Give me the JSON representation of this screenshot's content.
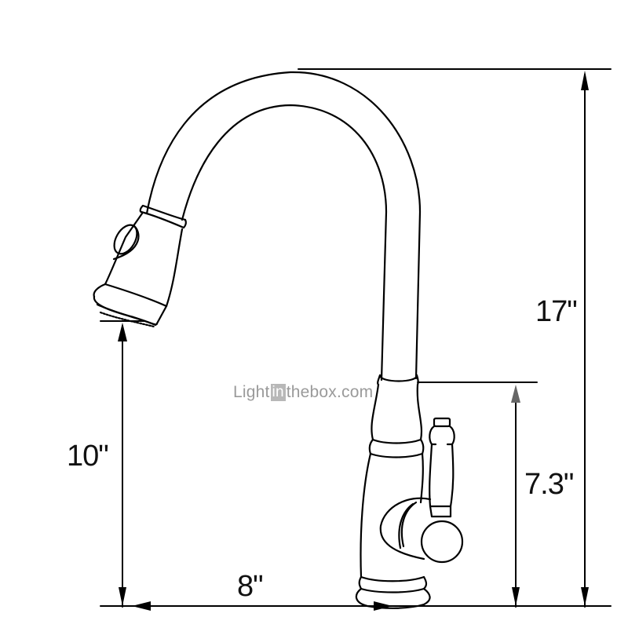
{
  "diagram": {
    "subject": "pull-down kitchen faucet",
    "dimensions": {
      "total_height": "17\"",
      "spout_height": "10\"",
      "base_height": "7.3\"",
      "reach": "8\""
    },
    "watermark": {
      "before": "Light",
      "boxed": "in",
      "after": "thebox.com"
    },
    "colors": {
      "line": "#000000",
      "watermark": "#9a9a9a",
      "arrow_gray": "#666666"
    }
  }
}
